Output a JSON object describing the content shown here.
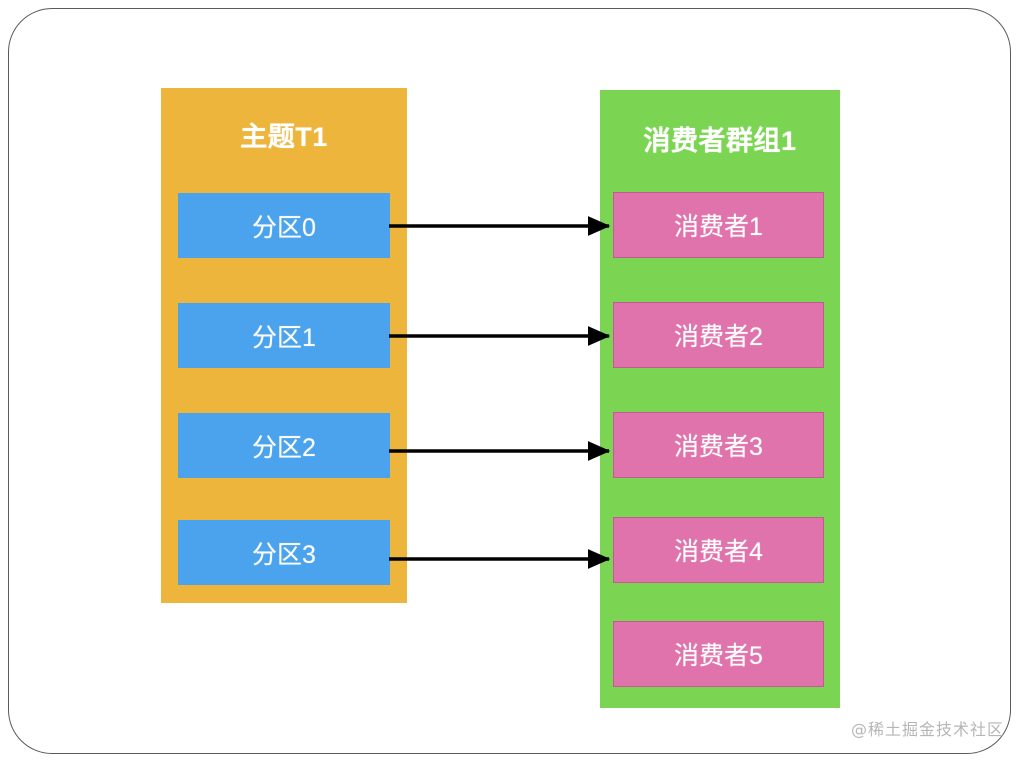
{
  "diagram": {
    "title_hidden": "",
    "colors": {
      "topic_bg": "#EDB53C",
      "partition_bg": "#4AA3EC",
      "group_bg": "#7BD552",
      "consumer_bg": "#E073AC",
      "consumer_border": "#C05C91",
      "arrow": "#000000",
      "frame_border": "#5a5a5a",
      "watermark": "#b6b6b6",
      "label_text": "#ffffff",
      "page_bg": "#ffffff"
    },
    "topic": {
      "title": "主题T1",
      "partitions": [
        {
          "label": "分区0"
        },
        {
          "label": "分区1"
        },
        {
          "label": "分区2"
        },
        {
          "label": "分区3"
        }
      ]
    },
    "consumer_group": {
      "title": "消费者群组1",
      "consumers": [
        {
          "label": "消费者1"
        },
        {
          "label": "消费者2"
        },
        {
          "label": "消费者3"
        },
        {
          "label": "消费者4"
        },
        {
          "label": "消费者5"
        }
      ]
    },
    "connections": [
      {
        "from": "分区0",
        "to": "消费者1"
      },
      {
        "from": "分区1",
        "to": "消费者2"
      },
      {
        "from": "分区2",
        "to": "消费者3"
      },
      {
        "from": "分区3",
        "to": "消费者4"
      }
    ],
    "watermark": "@稀土掘金技术社区"
  }
}
